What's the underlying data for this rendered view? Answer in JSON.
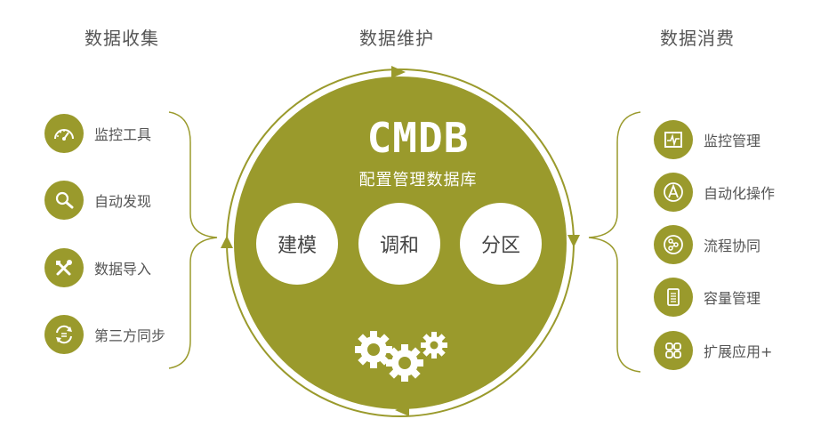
{
  "columns": {
    "collect": "数据收集",
    "maintain": "数据维护",
    "consume": "数据消费"
  },
  "left_items": [
    {
      "label": "监控工具",
      "icon": "gauge-icon"
    },
    {
      "label": "自动发现",
      "icon": "search-icon"
    },
    {
      "label": "数据导入",
      "icon": "tools-icon"
    },
    {
      "label": "第三方同步",
      "icon": "sync-icon"
    }
  ],
  "center": {
    "title": "CMDB",
    "subtitle": "配置管理数据库",
    "bubbles": [
      "建模",
      "调和",
      "分区"
    ],
    "icon": "gears-icon"
  },
  "right_items": [
    {
      "label": "监控管理",
      "icon": "monitor-icon"
    },
    {
      "label": "自动化操作",
      "icon": "auto-icon"
    },
    {
      "label": "流程协同",
      "icon": "flow-icon"
    },
    {
      "label": "容量管理",
      "icon": "capacity-icon"
    },
    {
      "label": "扩展应用+",
      "icon": "grid-icon"
    }
  ],
  "colors": {
    "accent": "#9a9a2c",
    "text": "#555555",
    "white": "#ffffff"
  }
}
